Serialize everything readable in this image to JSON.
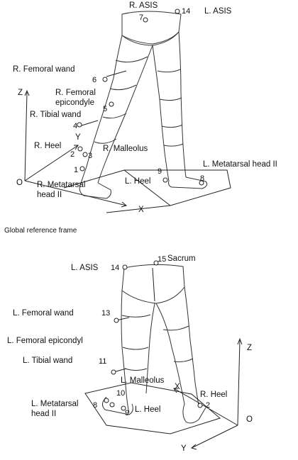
{
  "top": {
    "labels": {
      "r_asis": "R. ASIS",
      "l_asis": "L. ASIS",
      "r_femoral_wand": "R. Femoral wand",
      "r_femoral_epicondyle": "R. Femoral\nepicondyle",
      "r_tibial_wand": "R. Tibial wand",
      "r_heel": "R. Heel",
      "r_malleolus": "R. Malleolus",
      "l_metatarsal_head": "L. Metatarsal head II",
      "l_heel": "L. Heel",
      "r_metatarsal_head": "R. Metatarsal\nhead II",
      "axis_z": "Z",
      "axis_y": "Y",
      "axis_x": "X",
      "origin": "O"
    },
    "markers": [
      "7",
      "14",
      "6",
      "5",
      "4",
      "2",
      "3",
      "1",
      "9",
      "8"
    ],
    "caption": "Global reference frame"
  },
  "bottom": {
    "labels": {
      "l_asis": "L. ASIS",
      "sacrum": "Sacrum",
      "l_femoral_wand": "L. Femoral wand",
      "l_femoral_epicondyl": "L. Femoral epicondyl",
      "l_tibial_wand": "L. Tibial wand",
      "l_malleolus": "L. Malleolus",
      "l_metatarsal_head": "L. Metatarsal\nhead II",
      "l_heel": "L. Heel",
      "r_heel": "R. Heel",
      "axis_z": "Z",
      "axis_x": "X",
      "axis_y": "Y",
      "origin": "O"
    },
    "markers": [
      "14",
      "15",
      "13",
      "11",
      "10",
      "8",
      "9",
      "2"
    ]
  }
}
